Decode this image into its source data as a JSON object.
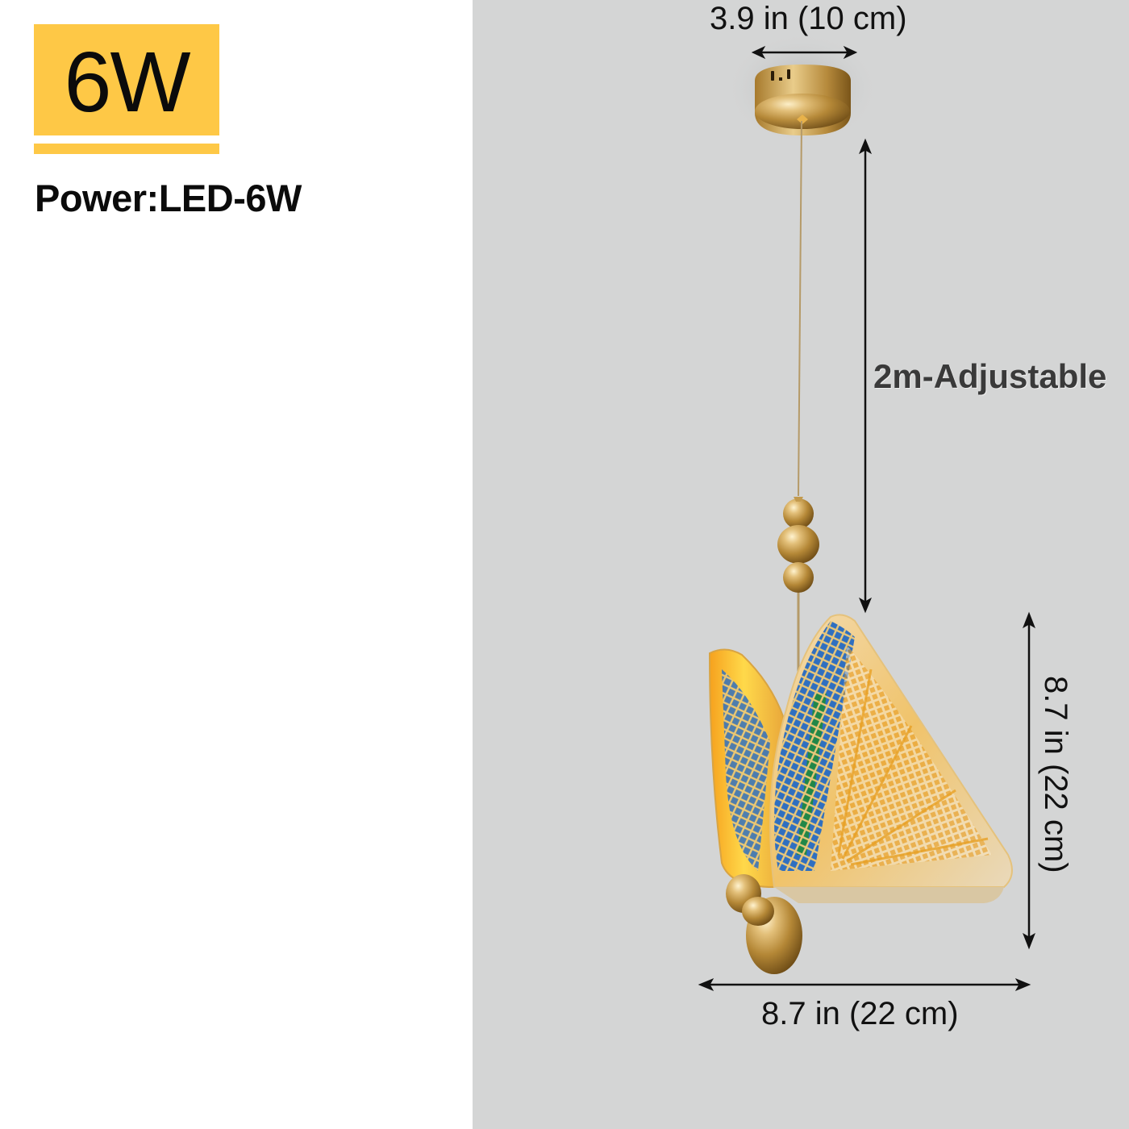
{
  "colors": {
    "badge_yellow": "#fec846",
    "panel_gray": "#d4d5d5",
    "left_bg": "#ffffff",
    "gold": "#c9a04e",
    "arrow": "#111111"
  },
  "left_panel": {
    "badge": {
      "label": "6W"
    },
    "power_label": "Power:LED-6W"
  },
  "product_diagram": {
    "canopy_width_label": "3.9 in (10 cm)",
    "cable_length_label": "2m-Adjustable",
    "shade_height_label": "8.7 in (22 cm)",
    "shade_width_label": "8.7 in (22 cm)",
    "icons": [
      "double-arrow-horizontal-icon",
      "double-arrow-vertical-icon",
      "butterfly-pendant-lamp-illustration"
    ]
  }
}
